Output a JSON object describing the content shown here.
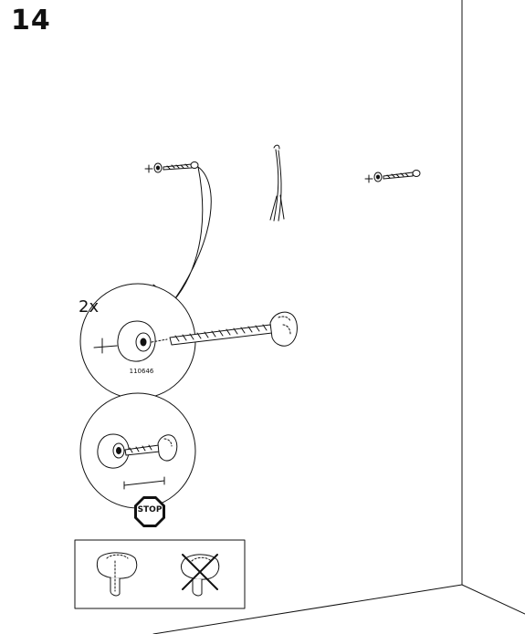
{
  "step": {
    "number": "14"
  },
  "detail": {
    "multiplier": "2x",
    "part_number": "110646"
  },
  "warning": {
    "stop_label": "STOP"
  },
  "colors": {
    "line": "#111111",
    "background": "#ffffff"
  },
  "icons": [
    "wall-corner-icon",
    "screw-with-washer-icon",
    "cable-icon",
    "magnified-screw-detail-icon",
    "screw-depth-detail-icon",
    "stop-sign-icon",
    "correct-screw-head-icon",
    "incorrect-screw-head-icon"
  ]
}
